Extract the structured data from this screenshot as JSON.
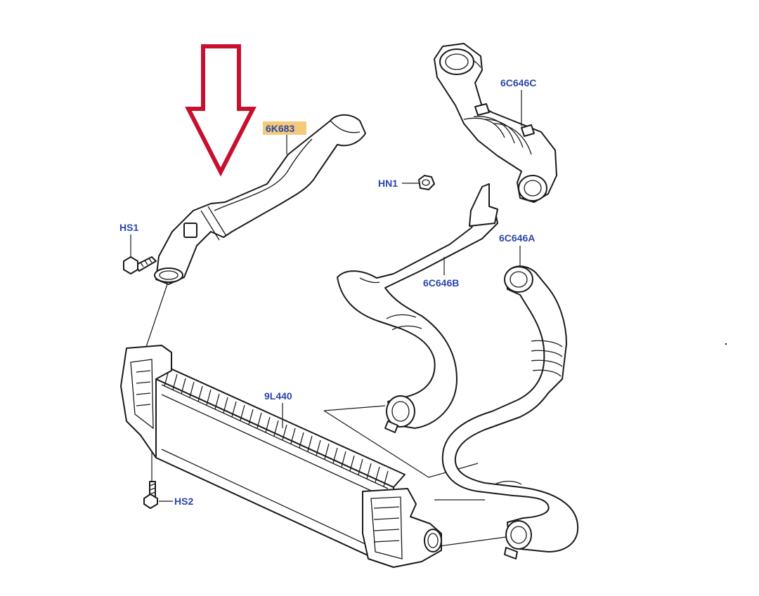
{
  "labels": {
    "hose_upper_left": "6K683",
    "hose_right_upper": "6C646C",
    "hose_middle": "6C646B",
    "hose_right_lower": "6C646A",
    "nut": "HN1",
    "bolt_upper": "HS1",
    "bolt_lower": "HS2",
    "intercooler": "9L440"
  },
  "colors": {
    "label_text": "#2b47a8",
    "highlight": "#f4c97a",
    "arrow": "#c8102e",
    "line": "#1a1a1a"
  },
  "icons": {
    "pointer": "down-arrow-outline-icon"
  }
}
